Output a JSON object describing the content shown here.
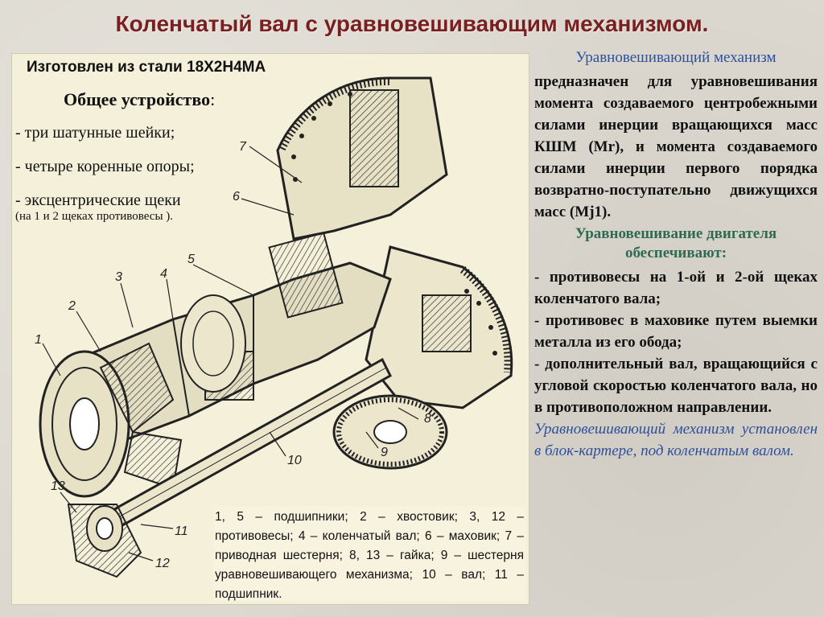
{
  "title": "Коленчатый вал с уравновешивающим механизмом.",
  "material": "Изготовлен из стали 18Х2Н4МА",
  "general": {
    "head": "Общее устройство",
    "head_colon": ":",
    "items": [
      "- три шатунные шейки;",
      "- четыре коренные опоры;",
      "- эксцентрические щеки"
    ],
    "note": "(на 1 и 2  щеках противовесы )."
  },
  "diagram_numbers": [
    "1",
    "2",
    "3",
    "4",
    "5",
    "6",
    "7",
    "8",
    "9",
    "10",
    "11",
    "12",
    "13"
  ],
  "legend": "1, 5 – подшипники; 2 – хвостовик; 3, 12 – противовесы; 4 – коленчатый вал; 6 – маховик; 7 – приводная шестерня; 8, 13 – гайка; 9 – шестерня уравновешивающего механизма; 10 – вал; 11 – подшипник.",
  "right": {
    "head": "Уравновешивающий механизм",
    "text": "предназначен для уравновешивания момента создаваемого центробежными силами инерции вращающихся масс КШМ (Mr), и момента создаваемого силами инерции первого порядка возвратно-поступательно движущихся масс (Mj1).",
    "subhead": "Уравновешивание двигателя обеспечивают:",
    "list": [
      "-  противовесы на 1-ой и 2-ой щеках коленчатого вала;",
      "-  противовес в маховике путем выемки металла из его обода;",
      "-  дополнительный вал, вращающийся с угловой скоростью коленчатого вала, но в противоположном направлении."
    ],
    "italic": "Уравновешивающий механизм установлен в блок-картере, под коленчатым валом."
  },
  "colors": {
    "title": "#7a1f1f",
    "right_head": "#2d4f9c",
    "right_subhead": "#2e6b52",
    "panel": "#f4f0d9",
    "background": "#dcd8cf"
  }
}
